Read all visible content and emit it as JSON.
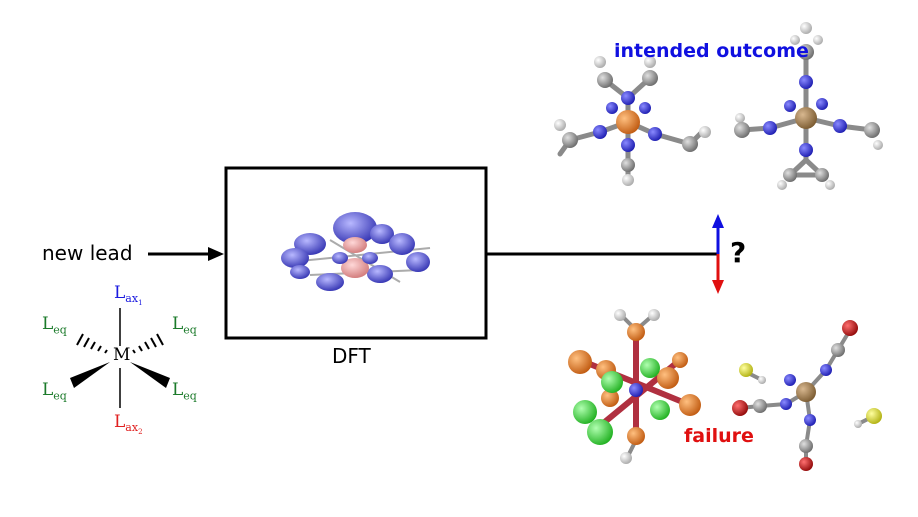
{
  "lead_label": "new lead",
  "dft_label": "DFT",
  "intended_label": "intended outcome",
  "failure_label": "failure",
  "question_mark": "?",
  "complex": {
    "metal": "M",
    "ax1": {
      "base": "L",
      "sub": "ax",
      "subsub": "1"
    },
    "ax2": {
      "base": "L",
      "sub": "ax",
      "subsub": "2"
    },
    "eq": {
      "base": "L",
      "sub": "eq"
    }
  },
  "colors": {
    "axial_1": "#1a1adf",
    "axial_2": "#e02020",
    "equatorial": "#1b7a2a",
    "intended_text": "#1010e0",
    "failure_text": "#e01010",
    "up_arrow": "#1010e0",
    "down_arrow": "#e01010",
    "nitrogen": "#3030d0",
    "carbon": "#888888",
    "metal_atom": "#e07828",
    "oxygen": "#c01818",
    "hydrogen": "#dddddd",
    "sulfur": "#e0e040",
    "chlorine": "#40e040"
  }
}
